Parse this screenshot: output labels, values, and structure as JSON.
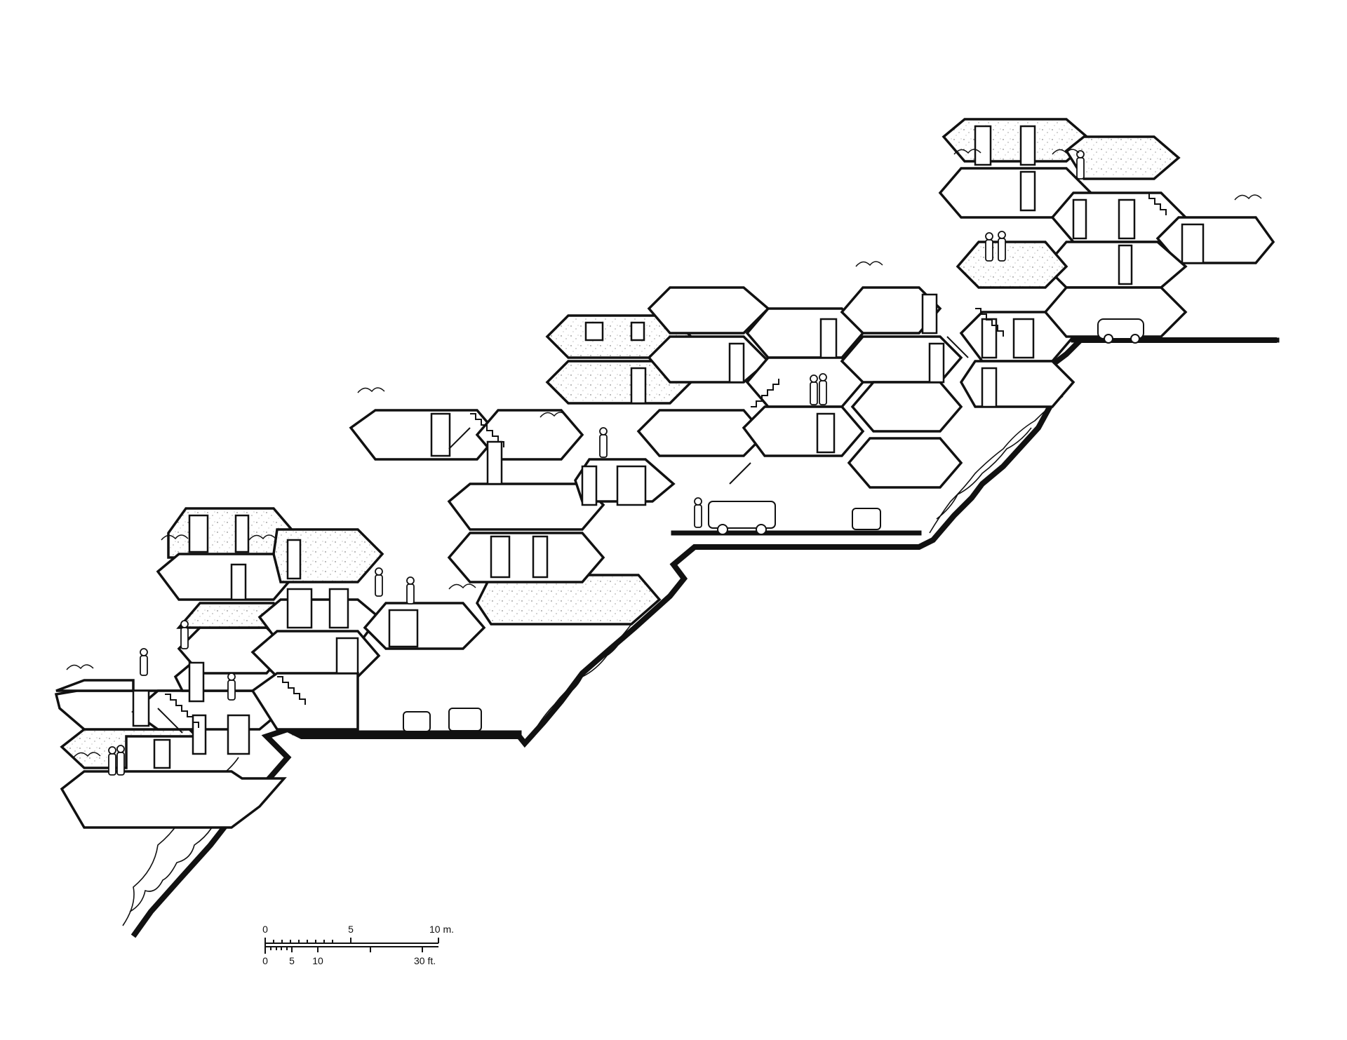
{
  "scale_bar": {
    "metric": {
      "labels": [
        "0",
        "5",
        "10 m."
      ]
    },
    "imperial": {
      "labels": [
        "0",
        "5",
        "10",
        "30 ft."
      ]
    }
  }
}
